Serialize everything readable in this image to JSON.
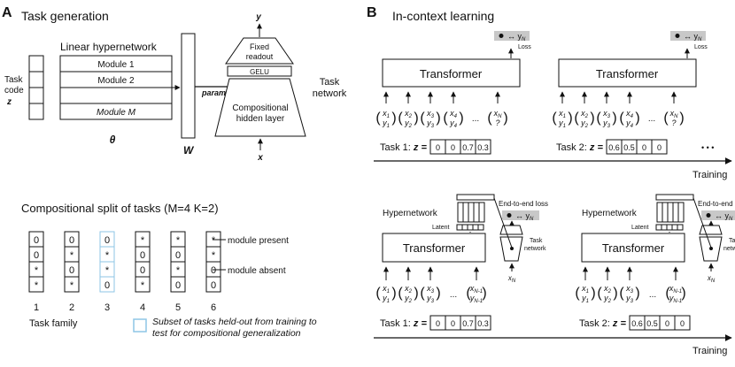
{
  "panelA": {
    "label": "A",
    "title": "Task generation",
    "task_code_line1": "Task",
    "task_code_line2": "code",
    "task_code_var": "z",
    "hypernet_title": "Linear hypernetwork",
    "modules": [
      "Module 1",
      "Module 2",
      "",
      "Module M"
    ],
    "theta": "θ",
    "W": "W",
    "parameterizes": "parameterizes",
    "y": "y",
    "x": "x",
    "fixed_readout_1": "Fixed",
    "fixed_readout_2": "readout",
    "gelu": "GELU",
    "comp_layer_1": "Compositional",
    "comp_layer_2": "hidden layer",
    "task_network_1": "Task",
    "task_network_2": "network"
  },
  "split": {
    "title": "Compositional split of tasks (M=4 K=2)",
    "columns": [
      [
        "0",
        "0",
        "*",
        "*"
      ],
      [
        "0",
        "*",
        "0",
        "*"
      ],
      [
        "0",
        "*",
        "*",
        "0"
      ],
      [
        "*",
        "0",
        "0",
        "*"
      ],
      [
        "*",
        "0",
        "*",
        "0"
      ],
      [
        "*",
        "*",
        "0",
        "0"
      ]
    ],
    "numbers": [
      "1",
      "2",
      "3",
      "4",
      "5",
      "6"
    ],
    "heldout_index": 2,
    "module_present": "module present",
    "module_absent": "module  absent",
    "task_family": "Task family",
    "legend_1": "Subset of tasks held-out from training to",
    "legend_2": "test for compositional generalization",
    "heldout_color": "#8ec6e6"
  },
  "panelB": {
    "label": "B",
    "title": "In-context learning",
    "transformer": "Transformer",
    "loss": "Loss",
    "end_to_end_loss": "End-to-end loss",
    "yN_pair": "↔ y",
    "hypernetwork": "Hypernetwork",
    "latent": "Latent",
    "task_network_1": "Task",
    "task_network_2": "network",
    "xN": "x",
    "training": "Training",
    "ellipsis": "...",
    "more": "• • •",
    "task1_label": "Task 1: ",
    "task2_label": "Task 2: ",
    "z_eq": "z =",
    "task1_z": [
      "0",
      "0",
      "0.7",
      "0.3"
    ],
    "task2_z": [
      "0.6",
      "0.5",
      "0",
      "0"
    ],
    "inputs_top": [
      [
        "x1",
        "y1"
      ],
      [
        "x2",
        "y2"
      ],
      [
        "x3",
        "y3"
      ],
      [
        "x4",
        "y4"
      ],
      [
        "xN",
        "?"
      ]
    ],
    "inputs_bottom": [
      [
        "x1",
        "y1"
      ],
      [
        "x2",
        "y2"
      ],
      [
        "x3",
        "y3"
      ],
      [
        "xN-1",
        "yN-1"
      ]
    ]
  }
}
